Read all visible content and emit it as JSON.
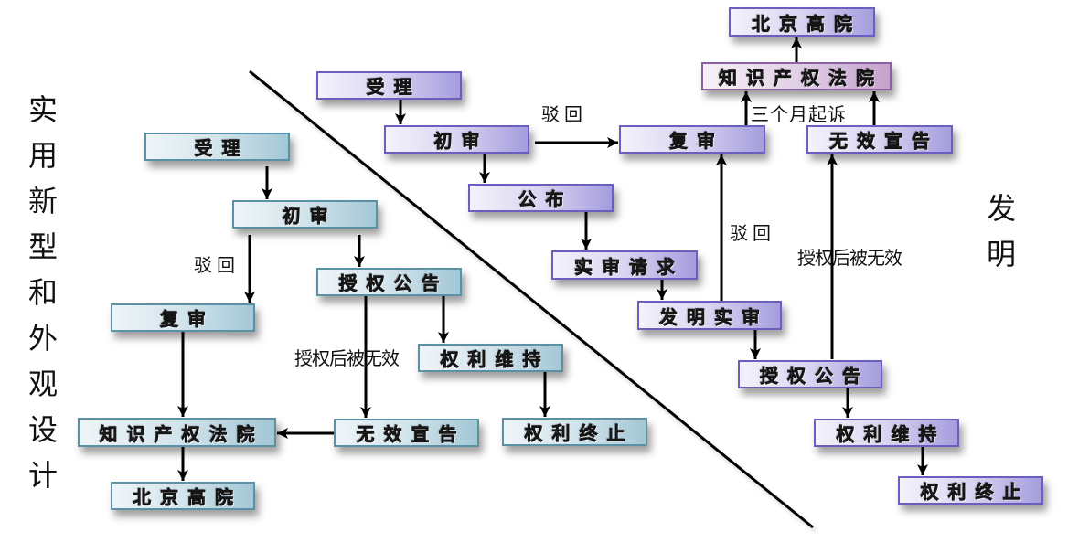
{
  "titles": {
    "utility_design": "实用新型和外观设计",
    "invention": "发明"
  },
  "utility_design_flow": {
    "nodes": {
      "acceptance": "受理",
      "preliminary_exam": "初审",
      "reexamination": "复审",
      "grant_announcement": "授权公告",
      "right_maintenance": "权利维持",
      "ip_court": "知识产权法院",
      "invalidation": "无效宣告",
      "right_termination": "权利终止",
      "beijing_high_court": "北京高院"
    },
    "edge_labels": {
      "rejection": "驳回",
      "invalidated_after_grant": "授权后被无效"
    }
  },
  "invention_flow": {
    "nodes": {
      "acceptance": "受理",
      "preliminary_exam": "初审",
      "publication": "公布",
      "substantive_exam_request": "实审请求",
      "substantive_exam": "发明实审",
      "reexamination": "复审",
      "invalidation": "无效宣告",
      "ip_court": "知识产权法院",
      "beijing_high_court": "北京高院",
      "grant_announcement": "授权公告",
      "right_maintenance": "权利维持",
      "right_termination": "权利终止"
    },
    "edge_labels": {
      "rejection_after_preliminary": "驳回",
      "rejection_after_substantive": "驳回",
      "invalidated_after_grant": "授权后被无效",
      "sue_within_three_months": "三个月起诉"
    }
  }
}
